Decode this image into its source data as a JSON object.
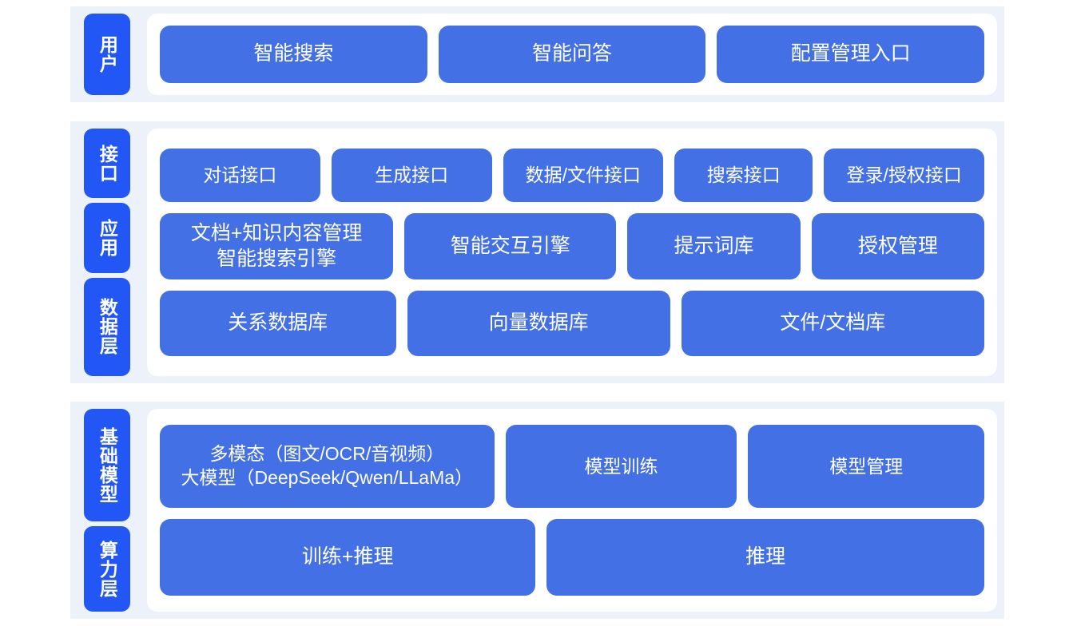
{
  "colors": {
    "band": "#edf1fa",
    "label_chip": "#2256f5",
    "content_box": "#4370e4",
    "panel": "#ffffff",
    "text_on_blue": "#ffffff",
    "page_background": "#ffffff"
  },
  "sections": [
    {
      "id": "user",
      "labels": [
        "用户"
      ],
      "rows": [
        {
          "id": "user-entries",
          "boxes": [
            {
              "label": "智能搜索",
              "flex": 1
            },
            {
              "label": "智能问答",
              "flex": 1
            },
            {
              "label": "配置管理入口",
              "flex": 1
            }
          ]
        }
      ]
    },
    {
      "id": "platform",
      "labels": [
        "接口",
        "应用",
        "数据层"
      ],
      "rows": [
        {
          "id": "interface-layer",
          "boxes": [
            {
              "label": "对话接口",
              "flex": 1
            },
            {
              "label": "生成接口",
              "flex": 1
            },
            {
              "label": "数据/文件接口",
              "flex": 1
            },
            {
              "label": "搜索接口",
              "flex": 0.85
            },
            {
              "label": "登录/授权接口",
              "flex": 1
            }
          ]
        },
        {
          "id": "application-layer",
          "boxes": [
            {
              "label": "文档+知识内容管理\n智能搜索引擎",
              "flex": 1.42
            },
            {
              "label": "智能交互引擎",
              "flex": 1.28
            },
            {
              "label": "提示词库",
              "flex": 1.03
            },
            {
              "label": "授权管理",
              "flex": 1.03
            }
          ]
        },
        {
          "id": "data-layer",
          "boxes": [
            {
              "label": "关系数据库",
              "flex": 1
            },
            {
              "label": "向量数据库",
              "flex": 1.12
            },
            {
              "label": "文件/文档库",
              "flex": 1.3
            }
          ]
        }
      ]
    },
    {
      "id": "foundation",
      "labels": [
        "基础模型",
        "算力层"
      ],
      "rows": [
        {
          "id": "model-layer",
          "boxes": [
            {
              "label": "多模态（图文/OCR/音视频）\n大模型（DeepSeek/Qwen/LLaMa）",
              "flex": 1.44,
              "multiline": true
            },
            {
              "label": "模型训练",
              "flex": 0.98
            },
            {
              "label": "模型管理",
              "flex": 1.0
            }
          ]
        },
        {
          "id": "compute-layer",
          "boxes": [
            {
              "label": "训练+推理",
              "flex": 1
            },
            {
              "label": "推理",
              "flex": 1.17
            }
          ]
        }
      ]
    }
  ]
}
